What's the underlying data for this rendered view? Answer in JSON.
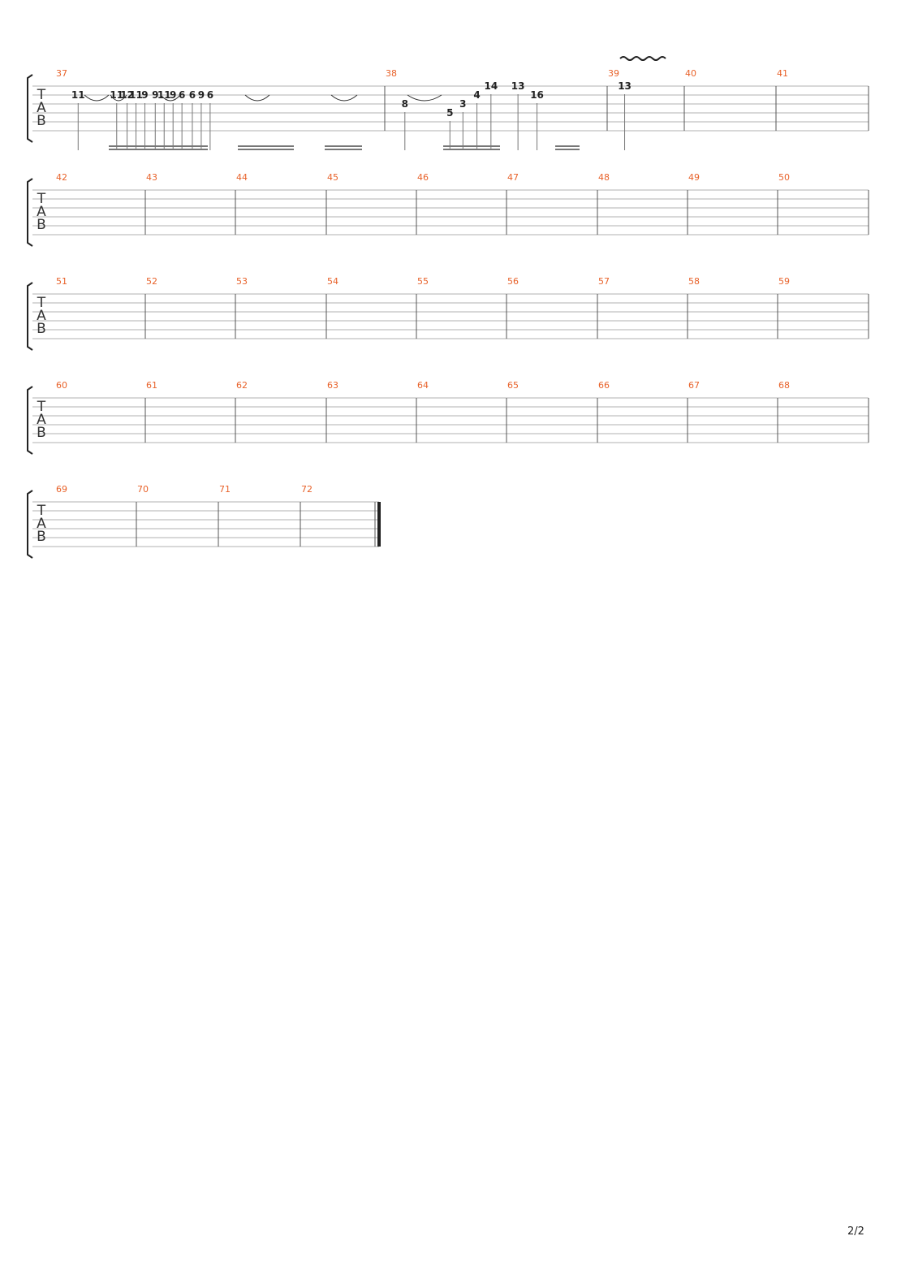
{
  "tab_clef": [
    "T",
    "A",
    "B"
  ],
  "page": {
    "number": "2/2"
  },
  "systems": [
    {
      "measures": [
        {
          "number": "37",
          "notes": [
            {
              "fret": "11",
              "string": 1,
              "pos": 0.1
            },
            {
              "fret": "11",
              "string": 1,
              "pos": 0.36
            },
            {
              "fret": "12",
              "string": 1,
              "pos": 0.43
            },
            {
              "fret": "11",
              "string": 1,
              "pos": 0.49
            },
            {
              "fret": "9",
              "string": 1,
              "pos": 0.55
            },
            {
              "fret": "9",
              "string": 1,
              "pos": 0.62
            },
            {
              "fret": "11",
              "string": 1,
              "pos": 0.68
            },
            {
              "fret": "9",
              "string": 1,
              "pos": 0.74
            },
            {
              "fret": "6",
              "string": 1,
              "pos": 0.8
            },
            {
              "fret": "6",
              "string": 1,
              "pos": 0.87
            },
            {
              "fret": "9",
              "string": 1,
              "pos": 0.93
            },
            {
              "fret": "6",
              "string": 1,
              "pos": 0.99
            }
          ]
        },
        {
          "number": "38",
          "notes": [
            {
              "fret": "8",
              "string": 2,
              "pos": 0.12
            },
            {
              "fret": "5",
              "string": 3,
              "pos": 0.57
            },
            {
              "fret": "3",
              "string": 2,
              "pos": 0.7
            },
            {
              "fret": "4",
              "string": 1,
              "pos": 0.84
            },
            {
              "fret": "14",
              "string": 0,
              "pos": 0.98
            },
            {
              "fret": "13",
              "string": 0,
              "pos": 1.25
            },
            {
              "fret": "16",
              "string": 1,
              "pos": 1.44
            }
          ]
        },
        {
          "number": "39",
          "notes": [
            {
              "fret": "13",
              "string": 0,
              "pos": 0.27
            }
          ]
        },
        {
          "number": "40",
          "notes": []
        },
        {
          "number": "41",
          "notes": []
        }
      ]
    },
    {
      "measures": [
        {
          "number": "42",
          "notes": []
        },
        {
          "number": "43",
          "notes": []
        },
        {
          "number": "44",
          "notes": []
        },
        {
          "number": "45",
          "notes": []
        },
        {
          "number": "46",
          "notes": []
        },
        {
          "number": "47",
          "notes": []
        },
        {
          "number": "48",
          "notes": []
        },
        {
          "number": "49",
          "notes": []
        },
        {
          "number": "50",
          "notes": []
        }
      ]
    },
    {
      "measures": [
        {
          "number": "51",
          "notes": []
        },
        {
          "number": "52",
          "notes": []
        },
        {
          "number": "53",
          "notes": []
        },
        {
          "number": "54",
          "notes": []
        },
        {
          "number": "55",
          "notes": []
        },
        {
          "number": "56",
          "notes": []
        },
        {
          "number": "57",
          "notes": []
        },
        {
          "number": "58",
          "notes": []
        },
        {
          "number": "59",
          "notes": []
        }
      ]
    },
    {
      "measures": [
        {
          "number": "60",
          "notes": []
        },
        {
          "number": "61",
          "notes": []
        },
        {
          "number": "62",
          "notes": []
        },
        {
          "number": "63",
          "notes": []
        },
        {
          "number": "64",
          "notes": []
        },
        {
          "number": "65",
          "notes": []
        },
        {
          "number": "66",
          "notes": []
        },
        {
          "number": "67",
          "notes": []
        },
        {
          "number": "68",
          "notes": []
        }
      ]
    },
    {
      "measures": [
        {
          "number": "69",
          "notes": []
        },
        {
          "number": "70",
          "notes": []
        },
        {
          "number": "71",
          "notes": []
        },
        {
          "number": "72",
          "notes": []
        }
      ]
    }
  ],
  "colors": {
    "measure_number": "#e8622a",
    "staff_line": "#b0b0b0",
    "barline": "#555555",
    "note": "#222222"
  }
}
